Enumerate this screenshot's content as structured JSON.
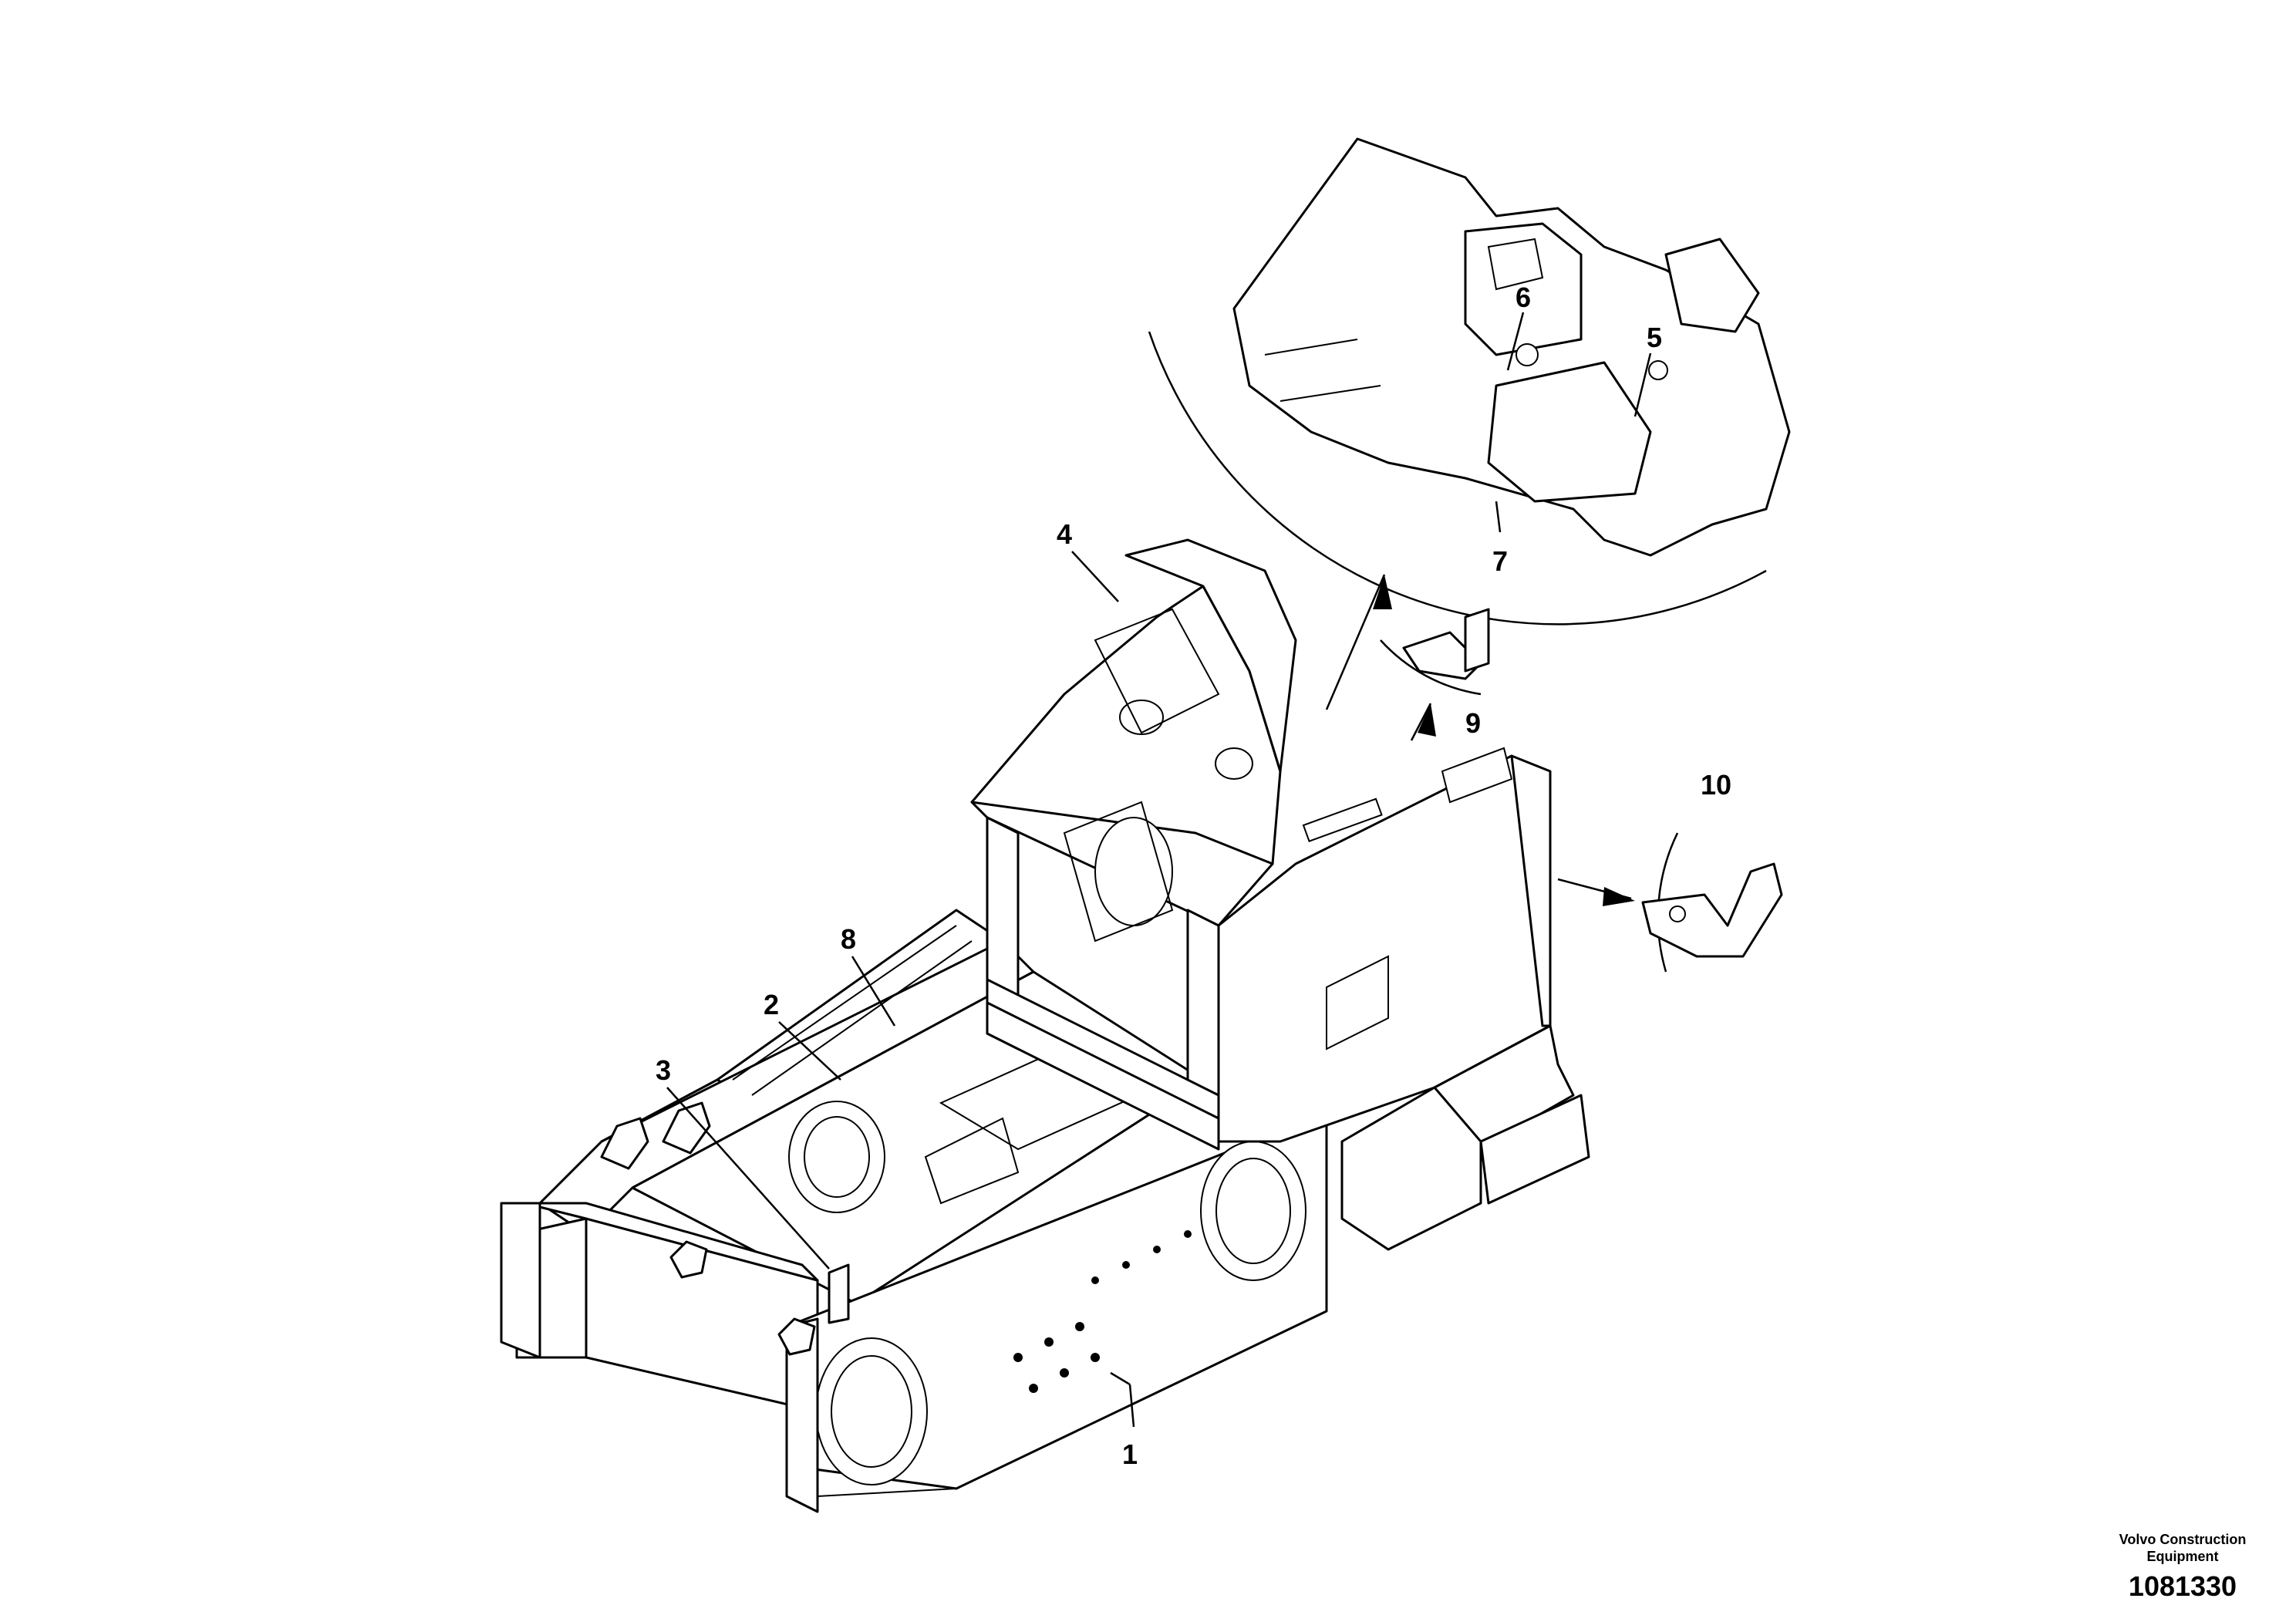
{
  "callouts": {
    "c1": "1",
    "c2": "2",
    "c3": "3",
    "c4": "4",
    "c5": "5",
    "c6": "6",
    "c7": "7",
    "c8": "8",
    "c9": "9",
    "c10": "10"
  },
  "footer": {
    "brand_line1": "Volvo Construction",
    "brand_line2": "Equipment",
    "document_number": "1081330"
  }
}
